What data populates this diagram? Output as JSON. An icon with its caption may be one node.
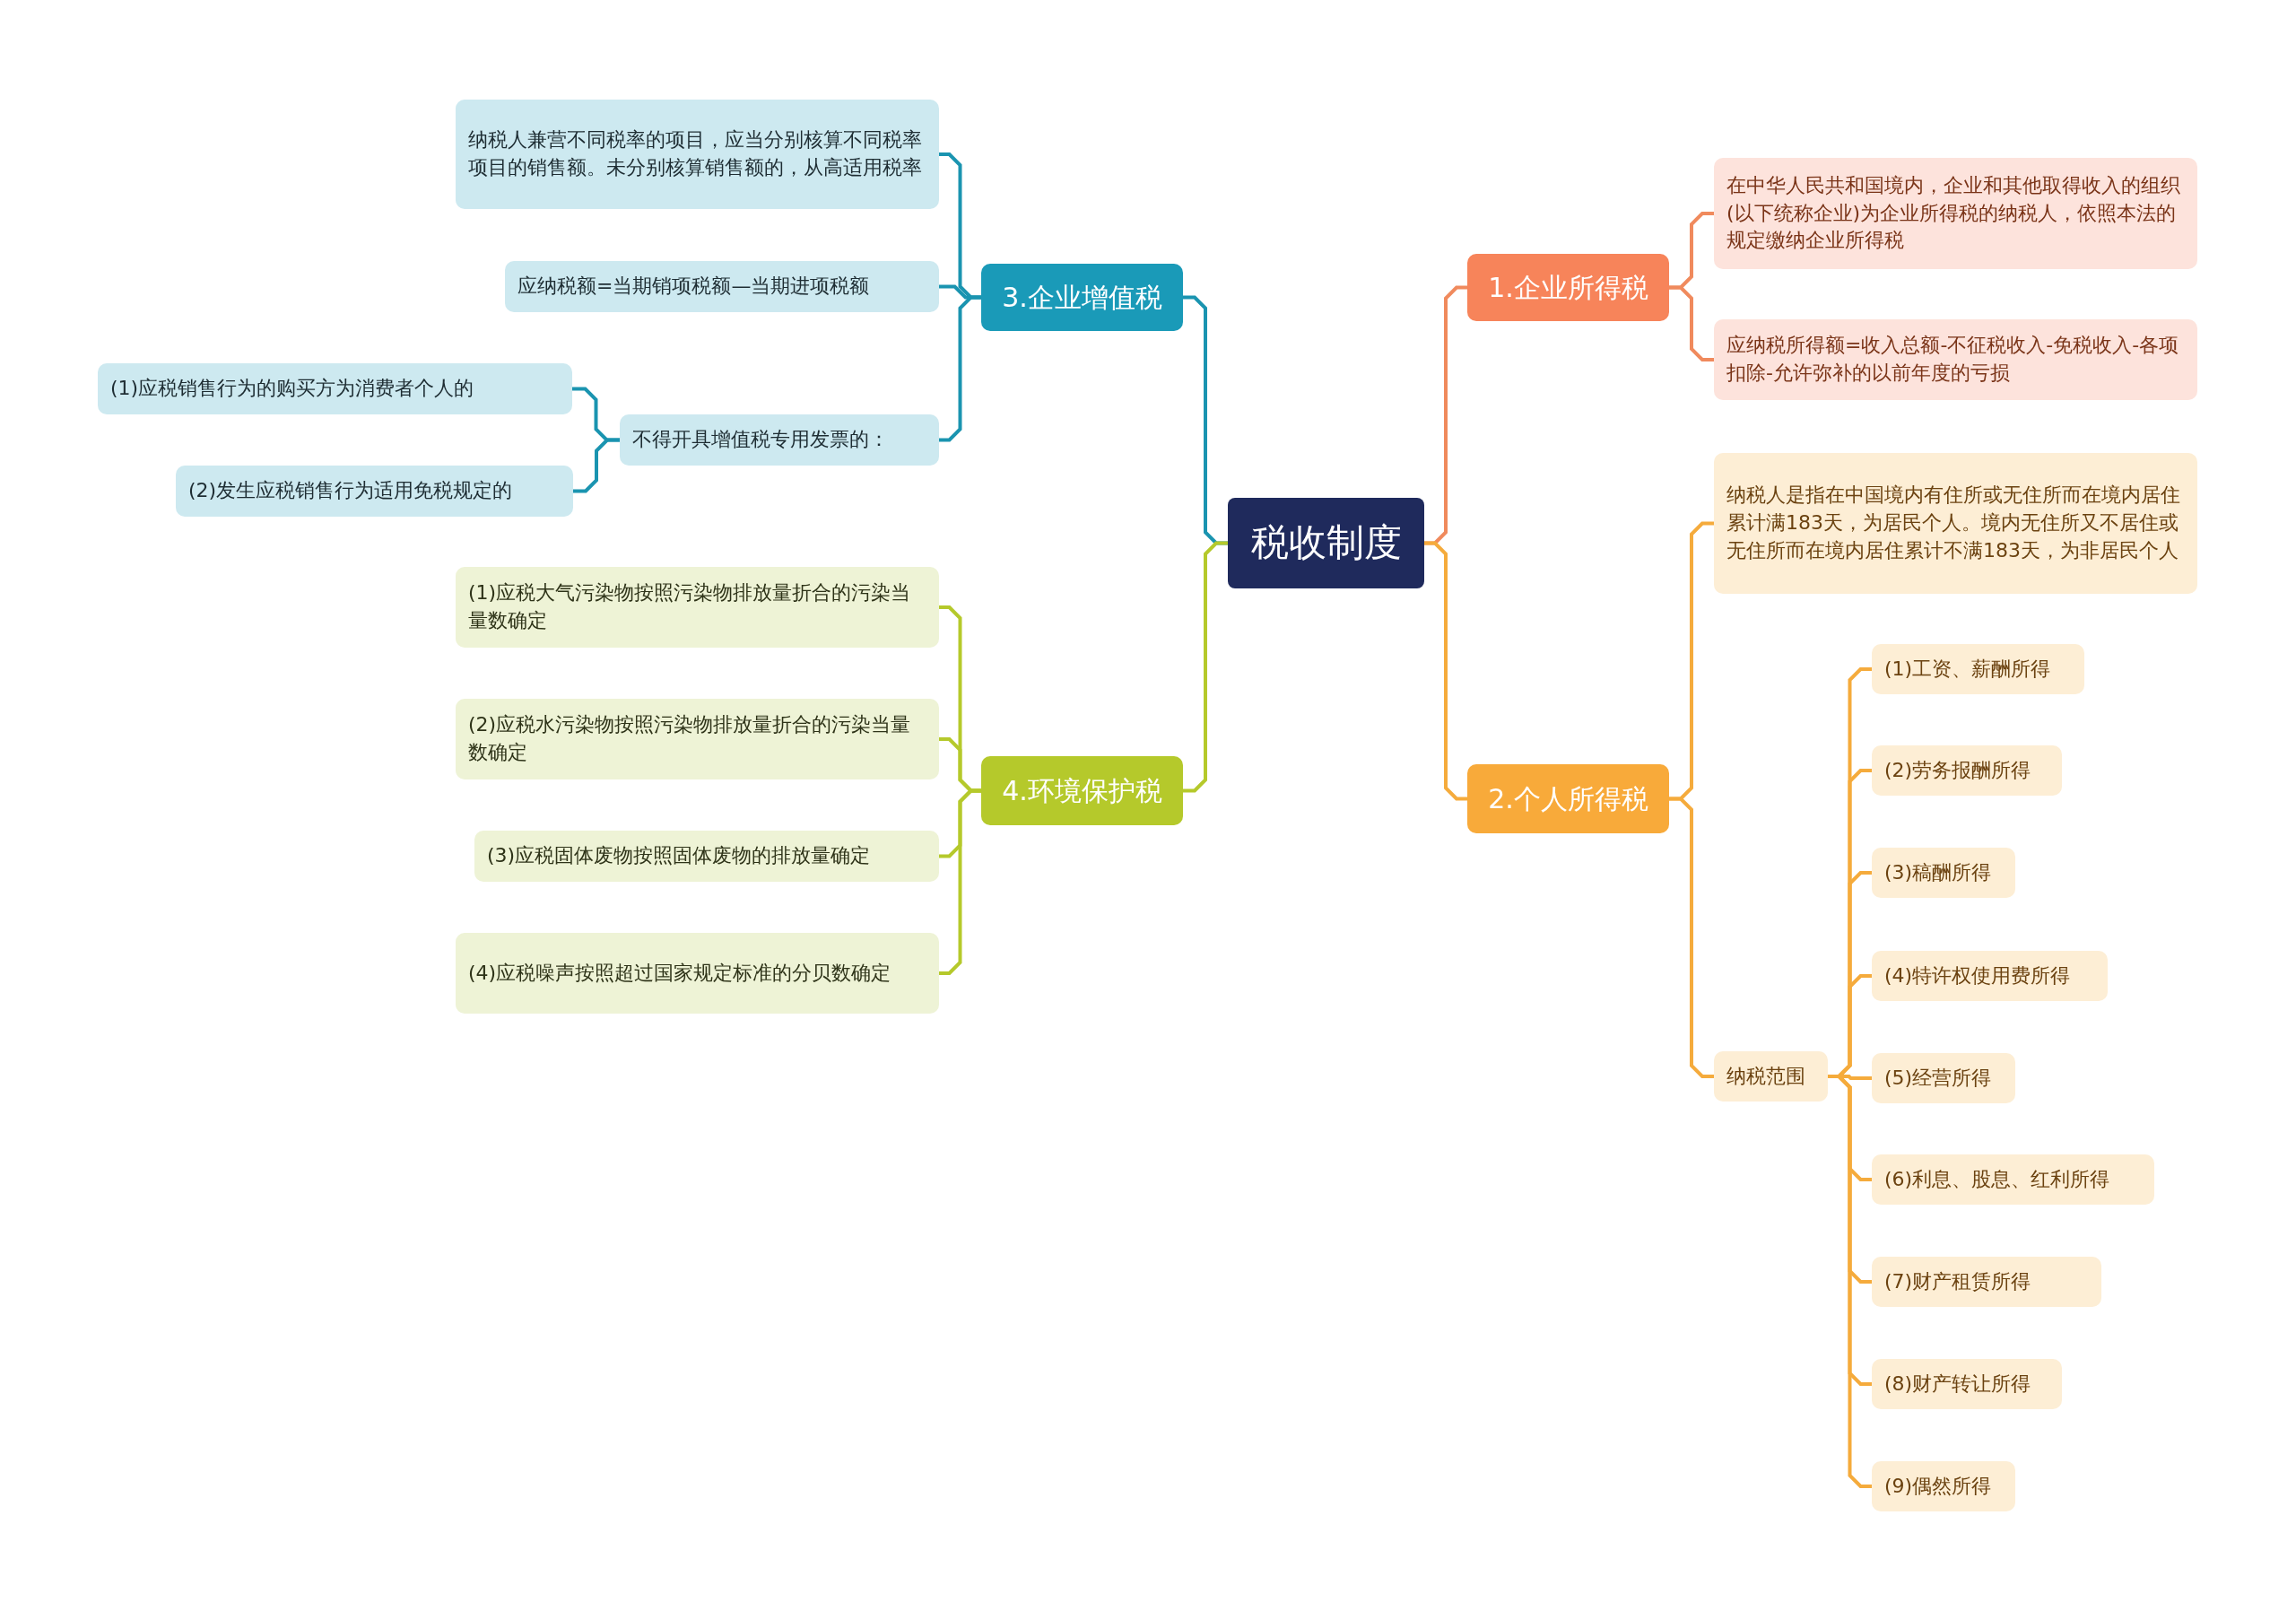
{
  "diagram": {
    "nodes": [
      {
        "text": [
          "税收制度"
        ]
      },
      {
        "text": [
          "1.企业所得税"
        ]
      },
      {
        "text": [
          "在中华人民共和国境内，企业和其他取得收入的组织(以下统称企业)为企业所得税的纳税人，依照本法的规定缴纳企业所得税"
        ]
      },
      {
        "text": [
          "应纳税所得额=收入总额-不征税收入-免税收入-各项扣除-允许弥补的以前年度的亏损"
        ]
      },
      {
        "text": [
          "2.个人所得税"
        ]
      },
      {
        "text": [
          "纳税人是指在中国境内有住所或无住所而在境内居住累计满183天，为居民个人。境内无住所又不居住或无住所而在境内居住累计不满183天，为非居民个人"
        ]
      },
      {
        "text": [
          "纳税范围"
        ]
      },
      {
        "text": [
          "(1)工资、薪酬所得"
        ]
      },
      {
        "text": [
          "(2)劳务报酬所得"
        ]
      },
      {
        "text": [
          "(3)稿酬所得"
        ]
      },
      {
        "text": [
          "(4)特许权使用费所得"
        ]
      },
      {
        "text": [
          "(5)经营所得"
        ]
      },
      {
        "text": [
          "(6)利息、股息、红利所得"
        ]
      },
      {
        "text": [
          "(7)财产租赁所得"
        ]
      },
      {
        "text": [
          "(8)财产转让所得"
        ]
      },
      {
        "text": [
          "(9)偶然所得"
        ]
      },
      {
        "text": [
          "3.企业增值税"
        ]
      },
      {
        "text": [
          "纳税人兼营不同税率的项目，应当分别核算不同税率项目的销售额。未分别核算销售额的，从高适用税率"
        ]
      },
      {
        "text": [
          "应纳税额=当期销项税额—当期进项税额"
        ]
      },
      {
        "text": [
          "不得开具增值税专用发票的："
        ]
      },
      {
        "text": [
          "(1)应税销售行为的购买方为消费者个人的"
        ]
      },
      {
        "text": [
          "(2)发生应税销售行为适用免税规定的"
        ]
      },
      {
        "text": [
          "4.环境保护税"
        ]
      },
      {
        "text": [
          "(1)应税大气污染物按照污染物排放量折合的污染当量数确定"
        ]
      },
      {
        "text": [
          "(2)应税水污染物按照污染物排放量折合的污染当量数确定"
        ]
      },
      {
        "text": [
          "(3)应税固体废物按照固体废物的排放量确定"
        ]
      },
      {
        "text": [
          "(4)应税噪声按照超过国家规定标准的分贝数确定"
        ]
      }
    ],
    "edges": [
      {
        "from": 0,
        "to": 1,
        "arrow": "none",
        "color": "#f08a5d"
      },
      {
        "from": 1,
        "to": 2,
        "arrow": "none",
        "color": "#f08a5d"
      },
      {
        "from": 1,
        "to": 3,
        "arrow": "none",
        "color": "#f08a5d"
      },
      {
        "from": 0,
        "to": 4,
        "arrow": "none",
        "color": "#f5ab3c"
      },
      {
        "from": 4,
        "to": 5,
        "arrow": "none",
        "color": "#f5ab3c"
      },
      {
        "from": 4,
        "to": 6,
        "arrow": "none",
        "color": "#f5ab3c"
      },
      {
        "from": 6,
        "to": 7,
        "arrow": "none",
        "color": "#f5ab3c"
      },
      {
        "from": 6,
        "to": 8,
        "arrow": "none",
        "color": "#f5ab3c"
      },
      {
        "from": 6,
        "to": 9,
        "arrow": "none",
        "color": "#f5ab3c"
      },
      {
        "from": 6,
        "to": 10,
        "arrow": "none",
        "color": "#f5ab3c"
      },
      {
        "from": 6,
        "to": 11,
        "arrow": "none",
        "color": "#f5ab3c"
      },
      {
        "from": 6,
        "to": 12,
        "arrow": "none",
        "color": "#f5ab3c"
      },
      {
        "from": 6,
        "to": 13,
        "arrow": "none",
        "color": "#f5ab3c"
      },
      {
        "from": 6,
        "to": 14,
        "arrow": "none",
        "color": "#f5ab3c"
      },
      {
        "from": 6,
        "to": 15,
        "arrow": "none",
        "color": "#f5ab3c"
      },
      {
        "from": 0,
        "to": 16,
        "arrow": "none",
        "color": "#1a94b0"
      },
      {
        "from": 16,
        "to": 17,
        "arrow": "none",
        "color": "#1a94b0"
      },
      {
        "from": 16,
        "to": 18,
        "arrow": "none",
        "color": "#1a94b0"
      },
      {
        "from": 16,
        "to": 19,
        "arrow": "none",
        "color": "#1a94b0"
      },
      {
        "from": 19,
        "to": 20,
        "arrow": "none",
        "color": "#1a94b0"
      },
      {
        "from": 19,
        "to": 21,
        "arrow": "none",
        "color": "#1a94b0"
      },
      {
        "from": 0,
        "to": 22,
        "arrow": "none",
        "color": "#b5c92b"
      },
      {
        "from": 22,
        "to": 23,
        "arrow": "none",
        "color": "#b5c92b"
      },
      {
        "from": 22,
        "to": 24,
        "arrow": "none",
        "color": "#b5c92b"
      },
      {
        "from": 22,
        "to": 25,
        "arrow": "none",
        "color": "#b5c92b"
      },
      {
        "from": 22,
        "to": 26,
        "arrow": "none",
        "color": "#b5c92b"
      }
    ]
  }
}
